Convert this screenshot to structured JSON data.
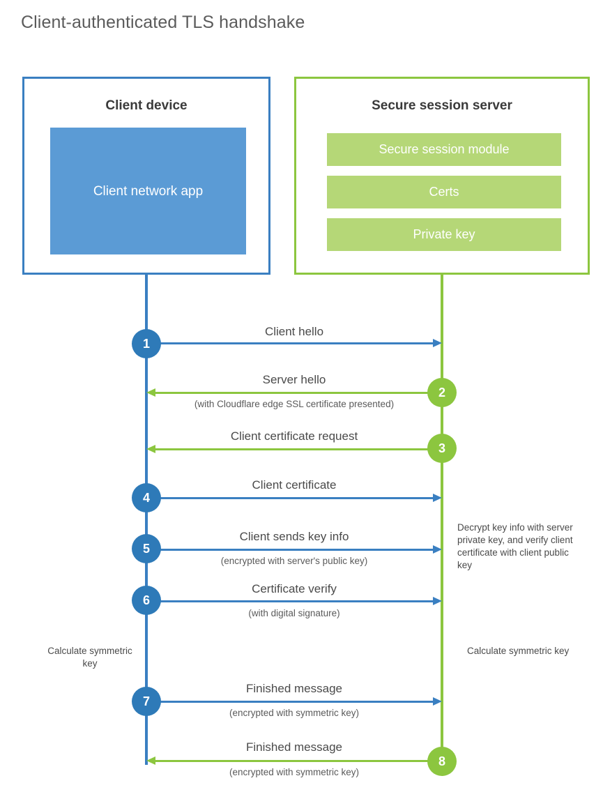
{
  "title": "Client-authenticated TLS handshake",
  "parties": {
    "client": {
      "title": "Client device",
      "app_label": "Client network app",
      "accent": "#3a7fc1",
      "fill": "#5b9bd5"
    },
    "server": {
      "title": "Secure session server",
      "accent": "#8cc63f",
      "fill": "#b5d777",
      "components": [
        {
          "label": "Secure session module"
        },
        {
          "label": "Certs"
        },
        {
          "label": "Private key"
        }
      ]
    }
  },
  "steps": [
    {
      "number": "1",
      "label": "Client hello",
      "sublabel": "",
      "direction": "client-to-server",
      "color": "#2e7ab8"
    },
    {
      "number": "2",
      "label": "Server hello",
      "sublabel": "(with Cloudflare edge SSL certificate presented)",
      "direction": "server-to-client",
      "color": "#8cc63f"
    },
    {
      "number": "3",
      "label": "Client certificate request",
      "sublabel": "",
      "direction": "server-to-client",
      "color": "#8cc63f"
    },
    {
      "number": "4",
      "label": "Client certificate",
      "sublabel": "",
      "direction": "client-to-server",
      "color": "#2e7ab8"
    },
    {
      "number": "5",
      "label": "Client sends key info",
      "sublabel": "(encrypted with server's public key)",
      "direction": "client-to-server",
      "color": "#2e7ab8"
    },
    {
      "number": "6",
      "label": "Certificate verify",
      "sublabel": "(with digital signature)",
      "direction": "client-to-server",
      "color": "#2e7ab8"
    },
    {
      "number": "7",
      "label": "Finished message",
      "sublabel": "(encrypted with symmetric key)",
      "direction": "client-to-server",
      "color": "#2e7ab8"
    },
    {
      "number": "8",
      "label": "Finished message",
      "sublabel": "(encrypted with symmetric key)",
      "direction": "server-to-client",
      "color": "#8cc63f"
    }
  ],
  "annotations": {
    "server_decrypt": "Decrypt key info with server private key, and verify client certificate with client public key",
    "client_calc": "Calculate symmetric key",
    "server_calc": "Calculate symmetric key"
  }
}
